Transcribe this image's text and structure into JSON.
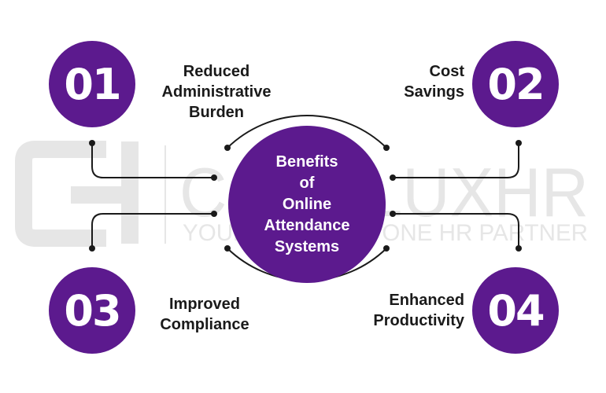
{
  "center": {
    "lines": [
      "Benefits",
      "of",
      "Online",
      "Attendance",
      "Systems"
    ]
  },
  "benefits": [
    {
      "number": "01",
      "lines": [
        "Reduced",
        "Administrative",
        "Burden"
      ]
    },
    {
      "number": "02",
      "lines": [
        "Cost",
        "Savings"
      ]
    },
    {
      "number": "03",
      "lines": [
        "Improved",
        "Compliance"
      ]
    },
    {
      "number": "04",
      "lines": [
        "Enhanced",
        "Productivity"
      ]
    }
  ],
  "watermark": {
    "brand": "CONFLUXHR",
    "tagline": "YOUR ONE STOP ONE HR PARTNER"
  },
  "colors": {
    "accent": "#5c1a8e",
    "line": "#1a1a1a",
    "watermark": "#e6e6e6"
  }
}
